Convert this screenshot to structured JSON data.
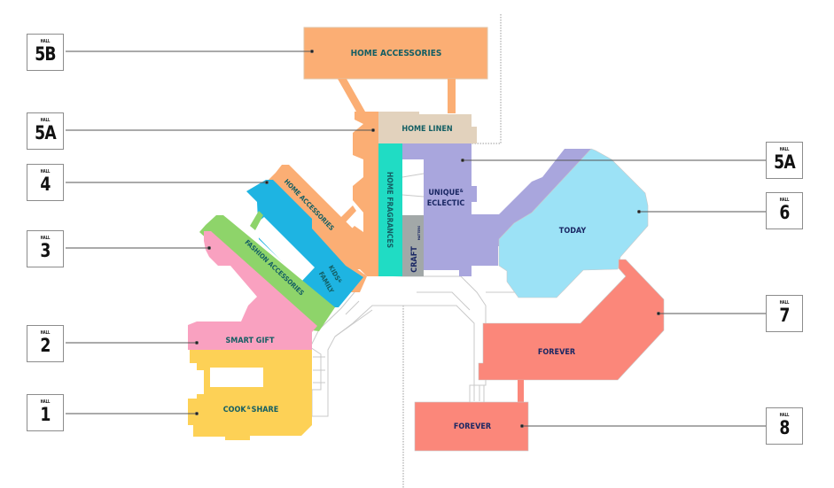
{
  "map": {
    "title": "Hall floor plan",
    "colors": {
      "home_accessories": "#fbae74",
      "home_linen": "#e2d2bd",
      "home_fragrances": "#20dcc4",
      "craft": "#a2a8a8",
      "unique_eclectic": "#a9a6dd",
      "today": "#9ce2f6",
      "forever": "#fb877a",
      "kids_family": "#1eb4e2",
      "fashion_accessories": "#8ed46a",
      "smart_gift": "#f9a1c0",
      "cook_share": "#fdd156",
      "label_teal": "#135e63",
      "label_navy": "#1a2763",
      "corridor_stroke": "#c9c9c9"
    },
    "zones": {
      "home_accessories_5b": "HOME ACCESSORIES",
      "home_linen": "HOME LINEN",
      "home_fragrances": "HOME FRAGRANCES",
      "craft": "CRAFT",
      "craft_small": "MATTERS",
      "unique_eclectic_line1": "UNIQUE",
      "unique_eclectic_amp": "&",
      "unique_eclectic_line2": "ECLECTIC",
      "today": "TODAY",
      "forever_7": "FOREVER",
      "forever_8": "FOREVER",
      "home_accessories_4": "HOME ACCESSORIES",
      "kids_line1": "KIDS",
      "kids_amp": "&",
      "kids_line2": "FAMILY",
      "fashion_accessories": "FASHION ACCESSORIES",
      "smart_gift": "SMART GIFT",
      "cook": "COOK",
      "cook_amp": "&",
      "share": "SHARE"
    },
    "halls": [
      {
        "prefix": "HALL",
        "number": "5B",
        "side": "left"
      },
      {
        "prefix": "HALL",
        "number": "5A",
        "side": "left"
      },
      {
        "prefix": "HALL",
        "number": "4",
        "side": "left"
      },
      {
        "prefix": "HALL",
        "number": "3",
        "side": "left"
      },
      {
        "prefix": "HALL",
        "number": "2",
        "side": "left"
      },
      {
        "prefix": "HALL",
        "number": "1",
        "side": "left"
      },
      {
        "prefix": "HALL",
        "number": "5A",
        "side": "right"
      },
      {
        "prefix": "HALL",
        "number": "6",
        "side": "right"
      },
      {
        "prefix": "HALL",
        "number": "7",
        "side": "right"
      },
      {
        "prefix": "HALL",
        "number": "8",
        "side": "right"
      }
    ]
  }
}
